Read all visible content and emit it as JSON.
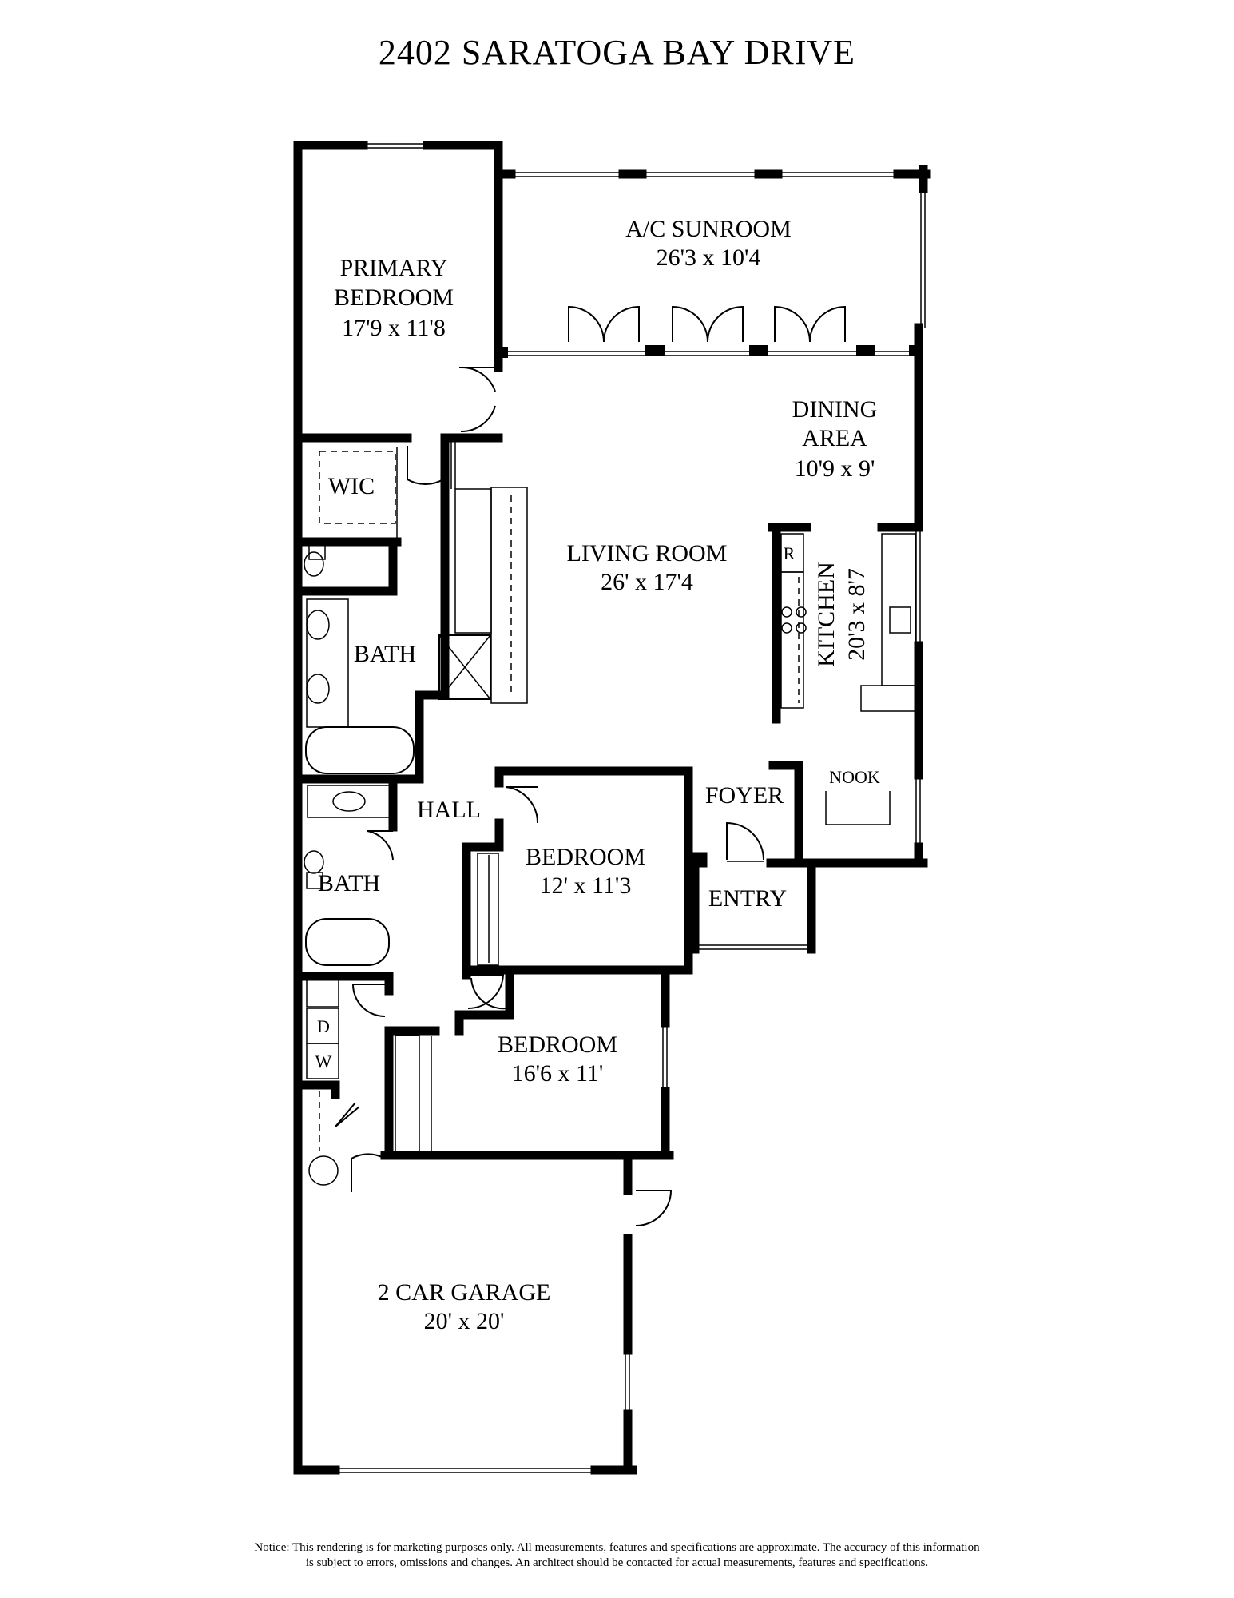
{
  "title": "2402 SARATOGA BAY DRIVE",
  "rooms": {
    "primary_bedroom": {
      "name1": "PRIMARY",
      "name2": "BEDROOM",
      "size": "17'9 x 11'8"
    },
    "sunroom": {
      "name": "A/C SUNROOM",
      "size": "26'3 x 10'4"
    },
    "dining": {
      "name1": "DINING",
      "name2": "AREA",
      "size": "10'9 x 9'"
    },
    "wic": {
      "name": "WIC"
    },
    "living": {
      "name": "LIVING ROOM",
      "size": "26' x 17'4"
    },
    "kitchen": {
      "name": "KITCHEN",
      "size": "20'3 x 8'7",
      "refrigerator": "R"
    },
    "primary_bath": {
      "name": "BATH"
    },
    "hall": {
      "name": "HALL"
    },
    "foyer": {
      "name": "FOYER"
    },
    "nook": {
      "name": "NOOK"
    },
    "bedroom2": {
      "name": "BEDROOM",
      "size": "12' x 11'3"
    },
    "bath2": {
      "name": "BATH"
    },
    "entry": {
      "name": "ENTRY"
    },
    "laundry": {
      "dryer": "D",
      "washer": "W"
    },
    "bedroom3": {
      "name": "BEDROOM",
      "size": "16'6 x 11'"
    },
    "garage": {
      "name": "2 CAR GARAGE",
      "size": "20' x 20'"
    }
  },
  "notice": {
    "line1": "Notice: This rendering is for marketing purposes only. All measurements, features and specifications are approximate. The accuracy of this information",
    "line2": "is subject to errors, omissions and changes. An architect should be contacted for actual measurements, features and specifications."
  }
}
